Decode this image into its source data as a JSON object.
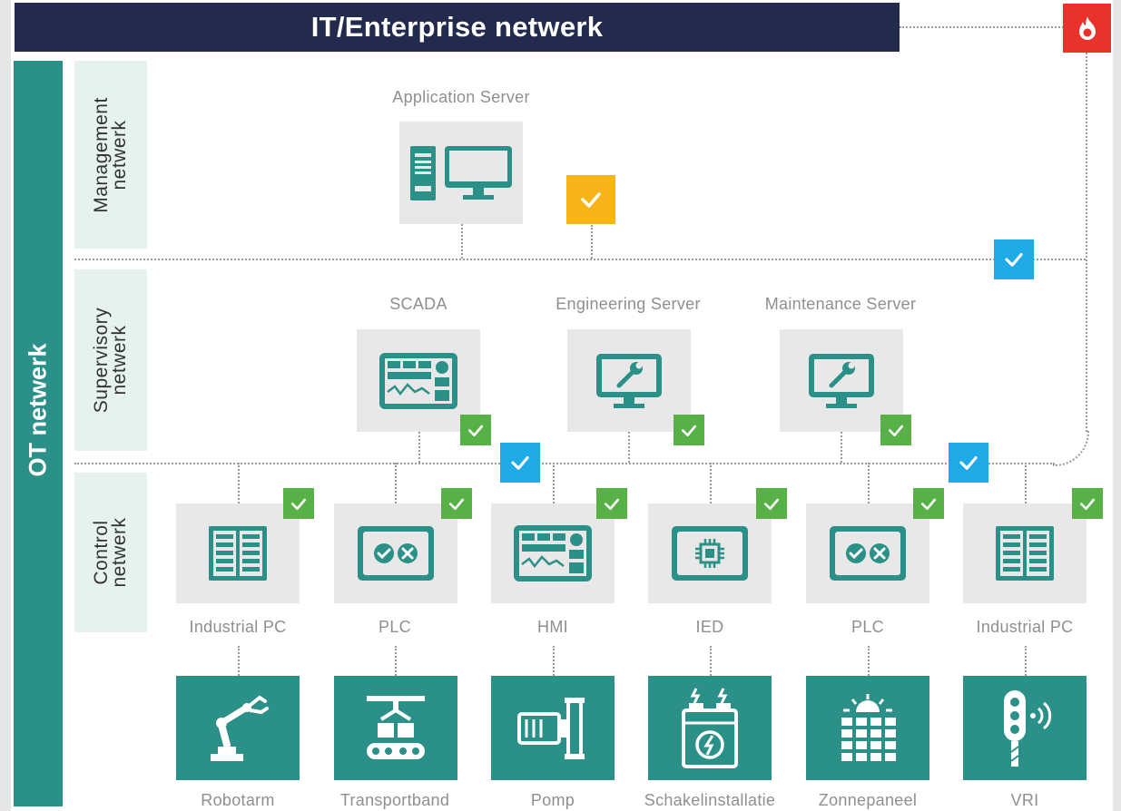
{
  "title": "IT/Enterprise netwerk",
  "ot_label": "OT netwerk",
  "zones": {
    "management": "Management\nnetwerk",
    "supervisory": "Supervisory\nnetwerk",
    "control": "Control\nnetwerk"
  },
  "management": {
    "server_label": "Application Server"
  },
  "supervisory": {
    "scada_label": "SCADA",
    "engineering_label": "Engineering Server",
    "maintenance_label": "Maintenance Server"
  },
  "control": {
    "devices": [
      "Industrial PC",
      "PLC",
      "HMI",
      "IED",
      "PLC",
      "Industrial PC"
    ]
  },
  "field": {
    "devices": [
      "Robotarm",
      "Transportband",
      "Pomp",
      "Schakelinstallatie",
      "Zonnepaneel",
      "VRI"
    ]
  },
  "colors": {
    "teal": "#2b9088",
    "navy": "#222a4d",
    "firewall_red": "#e8322b",
    "check_green": "#57b146",
    "check_blue": "#1eaae7",
    "check_yellow": "#f7b416",
    "zone_bg": "#e5f2f0",
    "device_bg": "#e8e8e8"
  },
  "icons": {
    "firewall": "flame-icon",
    "check": "checkmark-icon",
    "server": "desktop-computer-icon",
    "scada": "dashboard-screen-icon",
    "engineering": "monitor-wrench-icon",
    "industrial_pc": "server-rack-icon",
    "plc": "plc-controller-icon",
    "hmi": "dashboard-screen-icon",
    "ied": "chip-icon",
    "robotarm": "robot-arm-icon",
    "transportband": "conveyor-belt-icon",
    "pomp": "pump-icon",
    "schakelinstallatie": "switchgear-icon",
    "zonnepaneel": "solar-panel-icon",
    "vri": "traffic-light-icon"
  }
}
